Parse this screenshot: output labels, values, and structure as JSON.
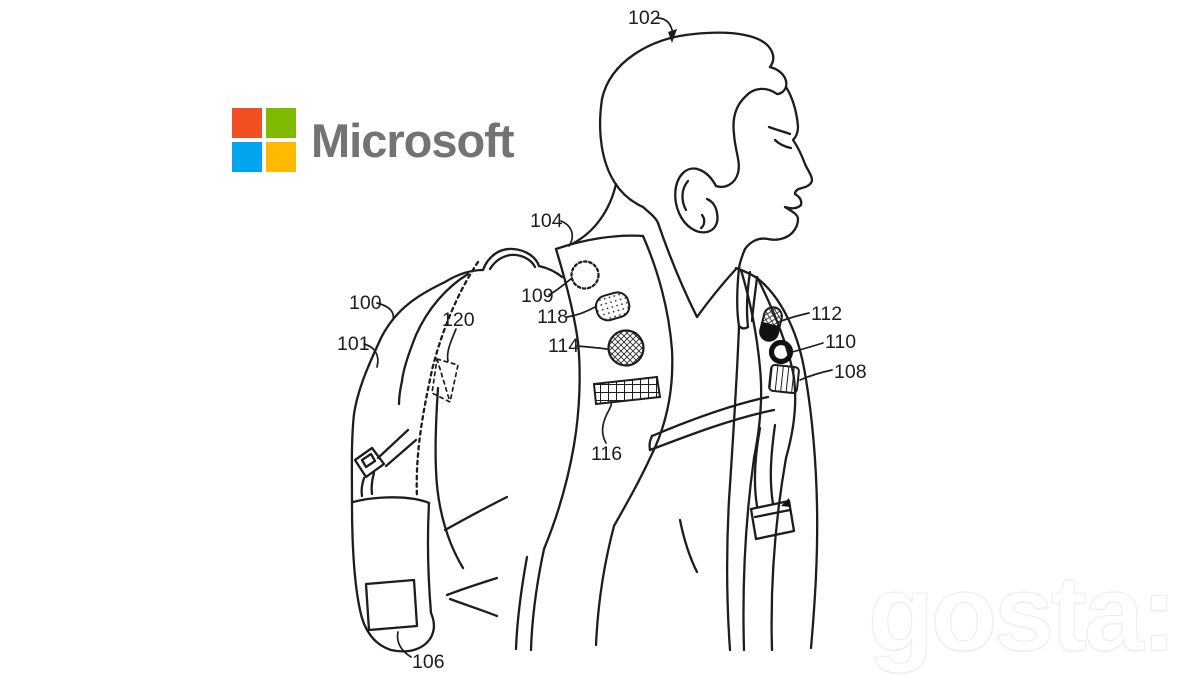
{
  "brand": {
    "name": "Microsoft",
    "text_color": "#737373",
    "logo_squares": [
      {
        "name": "top-left",
        "color": "#F25022"
      },
      {
        "name": "top-right",
        "color": "#7FBA00"
      },
      {
        "name": "bottom-left",
        "color": "#00A4EF"
      },
      {
        "name": "bottom-right",
        "color": "#FFB900"
      }
    ]
  },
  "figure": {
    "kind": "patent line drawing",
    "subject": "side profile of a person wearing a backpack with numbered components",
    "stroke_color": "#1d1d1d",
    "labels": [
      {
        "ref": "102",
        "target": "wearer's head"
      },
      {
        "ref": "104",
        "target": "shoulder strap top"
      },
      {
        "ref": "100",
        "target": "backpack outer edge"
      },
      {
        "ref": "109",
        "target": "dotted circle element on strap"
      },
      {
        "ref": "120",
        "target": "dashed region on backpack side"
      },
      {
        "ref": "118",
        "target": "dotted patch element on strap"
      },
      {
        "ref": "101",
        "target": "backpack body edge"
      },
      {
        "ref": "114",
        "target": "crosshatched circle element on strap"
      },
      {
        "ref": "112",
        "target": "pill element on front strap"
      },
      {
        "ref": "110",
        "target": "ring element on front strap"
      },
      {
        "ref": "108",
        "target": "striped module on front strap"
      },
      {
        "ref": "116",
        "target": "grid band on strap"
      },
      {
        "ref": "106",
        "target": "hatched panel on lower backpack"
      }
    ]
  },
  "watermark": {
    "text": "gosta:",
    "color": "#ffffff"
  }
}
